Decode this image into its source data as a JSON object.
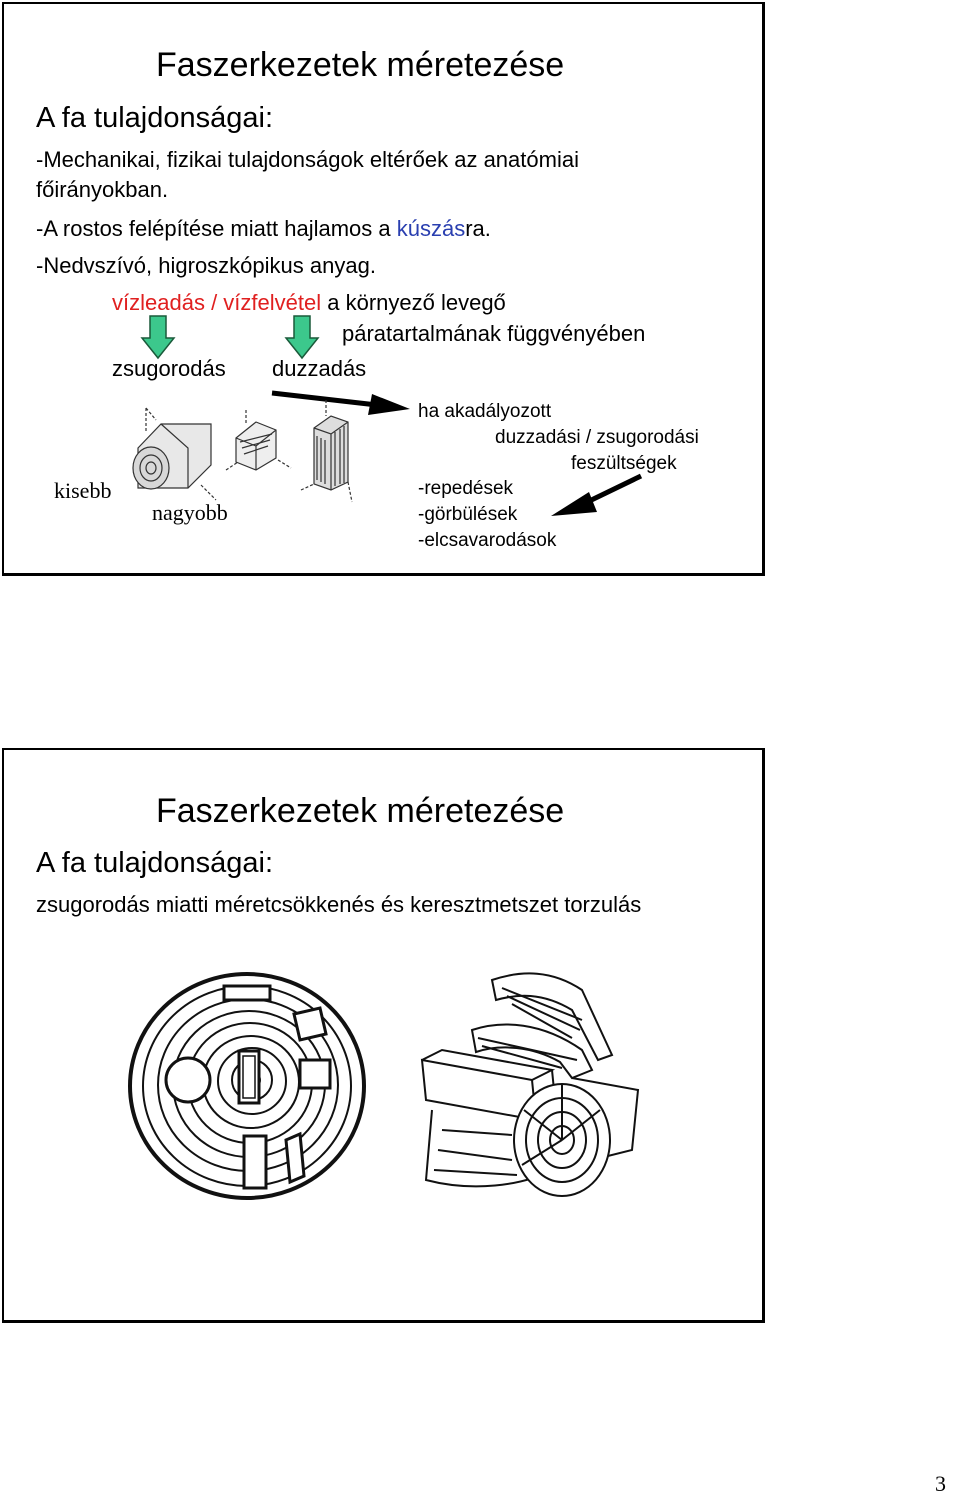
{
  "slide1": {
    "title": "Faszerkezetek méretezése",
    "subtitle": "A fa tulajdonságai:",
    "line1a": "-Mechanikai, fizikai tulajdonságok eltérőek az anatómiai",
    "line1b": "főirányokban.",
    "line2_pre": "-A rostos felépítése miatt hajlamos a ",
    "line2_link": "kúszás",
    "line2_post": "ra.",
    "line3": "-Nedvszívó, higroszkópikus anyag.",
    "water_out": "vízleadás",
    "slash": " / ",
    "water_in": "vízfelvétel",
    "water_post": " a környező levegő",
    "humidity": "páratartalmának függvényében",
    "shrink": "zsugorodás",
    "swell": "duzzadás",
    "smaller": "kisebb",
    "larger": "nagyobb",
    "hindered_1": "ha akadályozott",
    "hindered_2": "duzzadási / zsugorodási",
    "hindered_3": "feszültségek",
    "effect_1": "-repedések",
    "effect_2": "-görbülések",
    "effect_3": "-elcsavarodások"
  },
  "slide2": {
    "title": "Faszerkezetek méretezése",
    "subtitle": "A fa tulajdonságai:",
    "line1": "zsugorodás miatti méretcsökkenés és keresztmetszet torzulás"
  },
  "page_number": "3",
  "colors": {
    "accent_red": "#e02020",
    "link_blue": "#2a3fb0",
    "arrow_green": "#3cc88c"
  }
}
